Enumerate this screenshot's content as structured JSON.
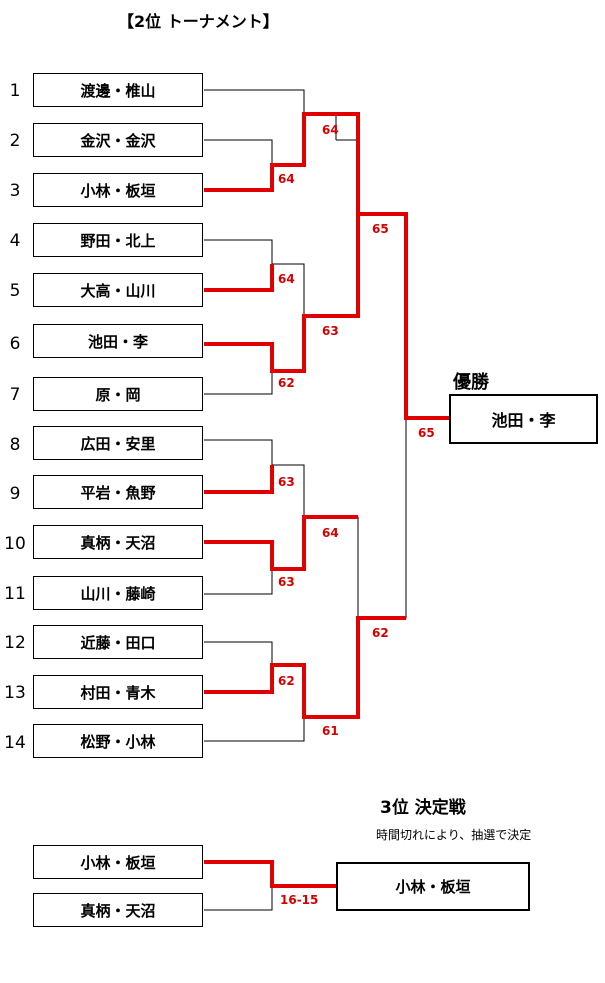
{
  "title": "【2位 トーナメント】",
  "entries": [
    {
      "seed": "1",
      "name": "渡邊・椎山"
    },
    {
      "seed": "2",
      "name": "金沢・金沢"
    },
    {
      "seed": "3",
      "name": "小林・板垣"
    },
    {
      "seed": "4",
      "name": "野田・北上"
    },
    {
      "seed": "5",
      "name": "大高・山川"
    },
    {
      "seed": "6",
      "name": "池田・李"
    },
    {
      "seed": "7",
      "name": "原・岡"
    },
    {
      "seed": "8",
      "name": "広田・安里"
    },
    {
      "seed": "9",
      "name": "平岩・魚野"
    },
    {
      "seed": "10",
      "name": "真柄・天沼"
    },
    {
      "seed": "11",
      "name": "山川・藤崎"
    },
    {
      "seed": "12",
      "name": "近藤・田口"
    },
    {
      "seed": "13",
      "name": "村田・青木"
    },
    {
      "seed": "14",
      "name": "松野・小林"
    }
  ],
  "scores": {
    "r1_2v3": "64",
    "r2_1v23": "64",
    "r1_4v5": "64",
    "r1_6v7": "62",
    "r2_45v67": "63",
    "r3_top": "65",
    "r1_8v9": "63",
    "r1_10v11": "63",
    "r2_89v1011": "64",
    "r1_12v13": "62",
    "r2_1213v14": "61",
    "r3_bottom": "62",
    "final": "65"
  },
  "champion": {
    "label": "優勝",
    "name": "池田・李"
  },
  "third_place": {
    "title": "3位 決定戦",
    "note": "時間切れにより、抽選で決定",
    "teams": [
      "小林・板垣",
      "真柄・天沼"
    ],
    "score": "16-15",
    "winner": "小林・板垣"
  },
  "colors": {
    "win_line": "#e00000",
    "line": "#000000",
    "score_text": "#d40000"
  }
}
